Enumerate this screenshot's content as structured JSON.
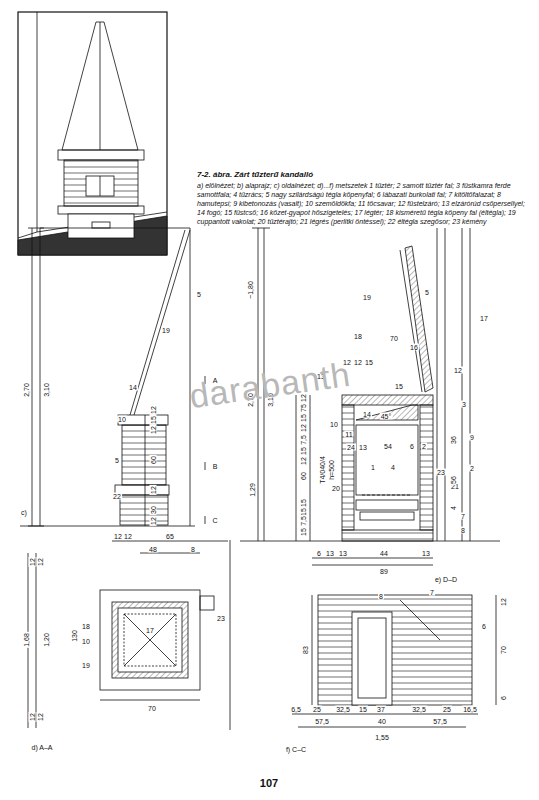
{
  "diagram": {
    "title": "7-2. ábra. Zárt tűzterű kandalló",
    "caption": "a) elölnézet; b) alaprajz; c) oldalnézet; d)...f) metszetek 1 tűztér; 2 samott tűztér fal; 3 füstkamra ferde samottfala; 4 tűzrács; 5 nagy szilárdságú tégla köpenyfal; 6 lábazati burkolati fal; 7 kitöltőfalazat; 8 hamutepsi; 9 kibetonozás (vasalt); 10 szemöldökfa; 11 tőcsavar; 12 füstelzáró; 13 elzárórúd csőpersellyel; 14 fogó; 15 füstcső; 16 kőzet-gyapot hőszigetelés; 17 légtér; 18 kisméretű tégla köpeny fal (éltégla); 19 cuppantott vakolat; 20 tűztérajtó; 21 légrés (perlitki öntéssel); 22 éltégla szegősor; 23 kémény",
    "labels": [
      "5",
      "19",
      "14",
      "10",
      "5",
      "22",
      "2,70",
      "3,10",
      "12",
      "15",
      "12",
      "60",
      "12",
      "30",
      "12",
      "A",
      "B",
      "C",
      "c)",
      "~1,80",
      "2,70",
      "3,10",
      "1,29",
      "12",
      "75",
      "15",
      "12",
      "7,5",
      "15",
      "12",
      "60",
      "15",
      "15",
      "7,5",
      "15",
      "T4/040/4",
      "h=500",
      "19",
      "5",
      "17",
      "18",
      "16",
      "13",
      "12",
      "12",
      "15",
      "70",
      "15",
      "12",
      "3",
      "14",
      "10",
      "11",
      "45°",
      "24",
      "13",
      "54",
      "6",
      "2",
      "9",
      "36",
      "23",
      "21",
      "2",
      "1",
      "4",
      "20",
      "56",
      "4",
      "7",
      "8",
      "6",
      "13",
      "13",
      "44",
      "13",
      "89",
      "e) D–D",
      "12",
      "12",
      "65",
      "48",
      "8",
      "12",
      "12",
      "1,68",
      "1,20",
      "12",
      "12",
      "130",
      "17",
      "18",
      "10",
      "19",
      "23",
      "70",
      "d) A–A",
      "8",
      "7",
      "6",
      "12",
      "70",
      "6",
      "83",
      "6,5",
      "25",
      "32,5",
      "15",
      "37",
      "32,5",
      "25",
      "16,5",
      "57,5",
      "40",
      "57,5",
      "1,55",
      "f) C–C",
      "107",
      "darabanth"
    ]
  }
}
